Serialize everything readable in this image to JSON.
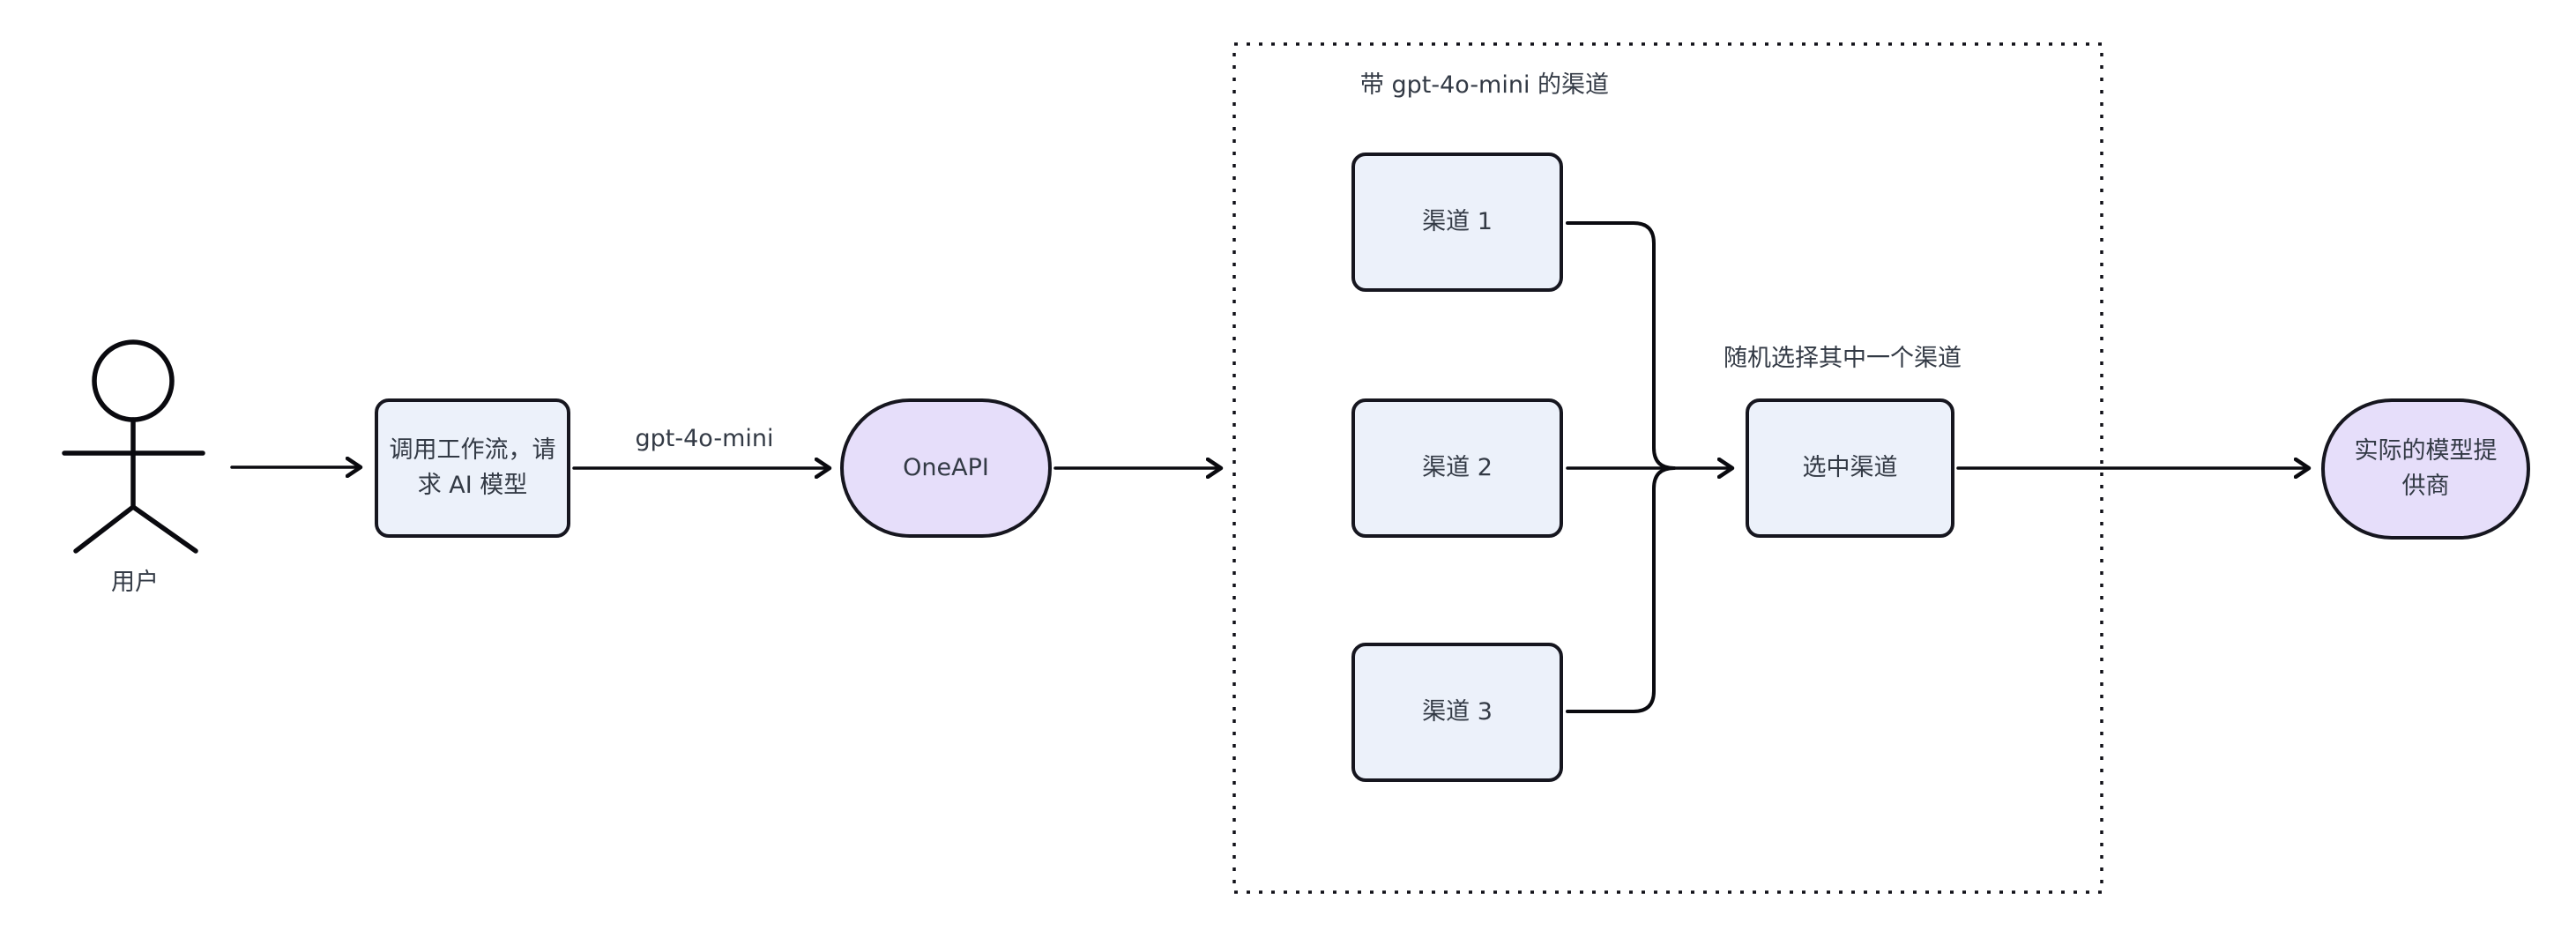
{
  "diagram": {
    "type": "flowchart",
    "background": "#FFFFFF",
    "colors": {
      "process_fill": "#ECF1FA",
      "terminal_fill": "#E6DEFA",
      "node_border": "#16161F",
      "text": "#333A45",
      "edge": "#0A0A0F"
    },
    "actor": {
      "label": "用户"
    },
    "nodes": {
      "workflow": {
        "label": "调用工作流，请\n求 AI 模型"
      },
      "oneapi": {
        "label": "OneAPI"
      },
      "channel1": {
        "label": "渠道 1"
      },
      "channel2": {
        "label": "渠道 2"
      },
      "channel3": {
        "label": "渠道 3"
      },
      "selected": {
        "label": "选中渠道"
      },
      "provider": {
        "label": "实际的模型提\n供商"
      }
    },
    "subgraph": {
      "title": "带 gpt-4o-mini 的渠道"
    },
    "edge_labels": {
      "request_model": "gpt-4o-mini",
      "random_select": "随机选择其中一个渠道"
    }
  }
}
